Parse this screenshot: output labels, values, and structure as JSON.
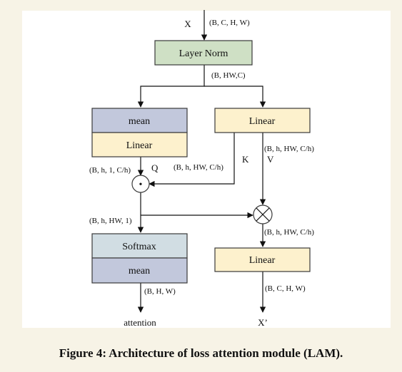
{
  "colors": {
    "layer_norm_fill": "#cfe0c5",
    "mean_fill": "#c2c8dc",
    "linear_fill": "#fdf1cd",
    "softmax_fill": "#d1dde3",
    "stroke": "#3a3a3a"
  },
  "labels": {
    "input_x": "X",
    "input_dims": "(B, C, H, W)",
    "layer_norm": "Layer Norm",
    "ln_dims": "(B, HW,C)",
    "mean_top": "mean",
    "linear_left": "Linear",
    "linear_right": "Linear",
    "q_dims": "(B, h, 1, C/h)",
    "q_label": "Q",
    "k_dims": "(B, h, HW, C/h)",
    "k_label": "K",
    "v_dims": "(B, h, HW, C/h)",
    "v_label": "V",
    "dot_symbol": "•",
    "attn_dims": "(B, h, HW, 1)",
    "mult_dims": "(B, h, HW, C/h)",
    "softmax": "Softmax",
    "mean_bottom": "mean",
    "attn_out_dims": "(B, H, W)",
    "linear_out": "Linear",
    "x_out_dims": "(B, C, H, W)",
    "attention_out": "attention",
    "x_prime_out": "X’"
  },
  "caption": "Figure 4: Architecture of loss attention module (LAM)."
}
